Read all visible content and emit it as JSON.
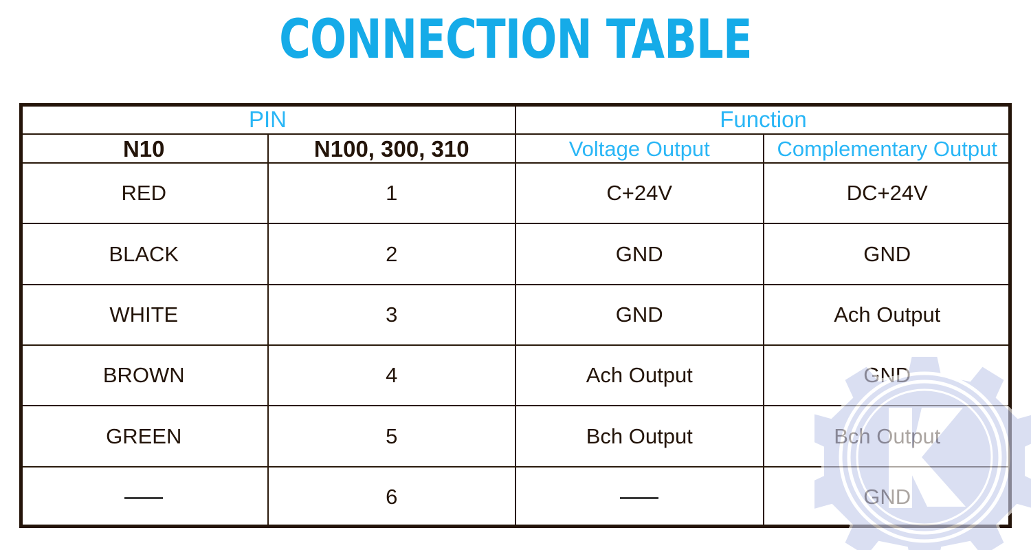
{
  "title": "CONNECTION TABLE",
  "colors": {
    "title_cyan": "#15ABE8",
    "header_cyan_text": "#29B6F6",
    "header_background": "#B3E5FC",
    "border_dark": "#241409",
    "body_text": "#231409",
    "watermark": "#C5CDEB"
  },
  "table": {
    "group_headers": [
      {
        "label": "PIN",
        "span": 2
      },
      {
        "label": "Function",
        "span": 2
      }
    ],
    "columns": [
      {
        "label": "N10",
        "style": "dark"
      },
      {
        "label": "N100, 300, 310",
        "style": "dark"
      },
      {
        "label": "Voltage Output",
        "style": "cyan"
      },
      {
        "label": "Complementary Output",
        "style": "cyan"
      }
    ],
    "rows": [
      {
        "n10": "RED",
        "pin": "1",
        "voltage": "C+24V",
        "complementary": "DC+24V"
      },
      {
        "n10": "BLACK",
        "pin": "2",
        "voltage": "GND",
        "complementary": "GND"
      },
      {
        "n10": "WHITE",
        "pin": "3",
        "voltage": "GND",
        "complementary": "Ach Output"
      },
      {
        "n10": "BROWN",
        "pin": "4",
        "voltage": "Ach Output",
        "complementary": "GND"
      },
      {
        "n10": "GREEN",
        "pin": "5",
        "voltage": "Bch Output",
        "complementary": "Bch Output"
      },
      {
        "n10": "—",
        "pin": "6",
        "voltage": "—",
        "complementary": "GND"
      }
    ]
  },
  "watermark": {
    "name": "gear-k-logo-watermark",
    "letter": "K"
  }
}
